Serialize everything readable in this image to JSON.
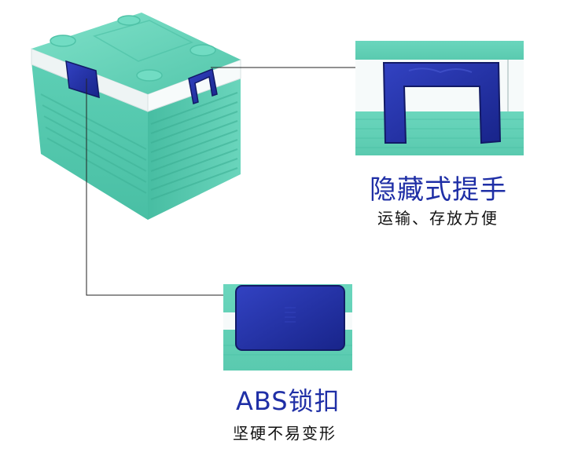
{
  "callouts": [
    {
      "title": "隐藏式提手",
      "subtitle": "运输、存放方便"
    },
    {
      "title": "ABS锁扣",
      "subtitle": "坚硬不易变形"
    }
  ],
  "colors": {
    "box_teal": "#5fd0b6",
    "box_teal_dark": "#3fb79c",
    "lid_white": "#eef4f4",
    "latch_blue": "#1f2fa6",
    "text_blue": "#1f2fa6",
    "text_dark": "#111111"
  },
  "icons": {
    "product": "cooler-box-illustration",
    "handle_detail": "hidden-handle-closeup",
    "latch_detail": "abs-latch-closeup"
  }
}
